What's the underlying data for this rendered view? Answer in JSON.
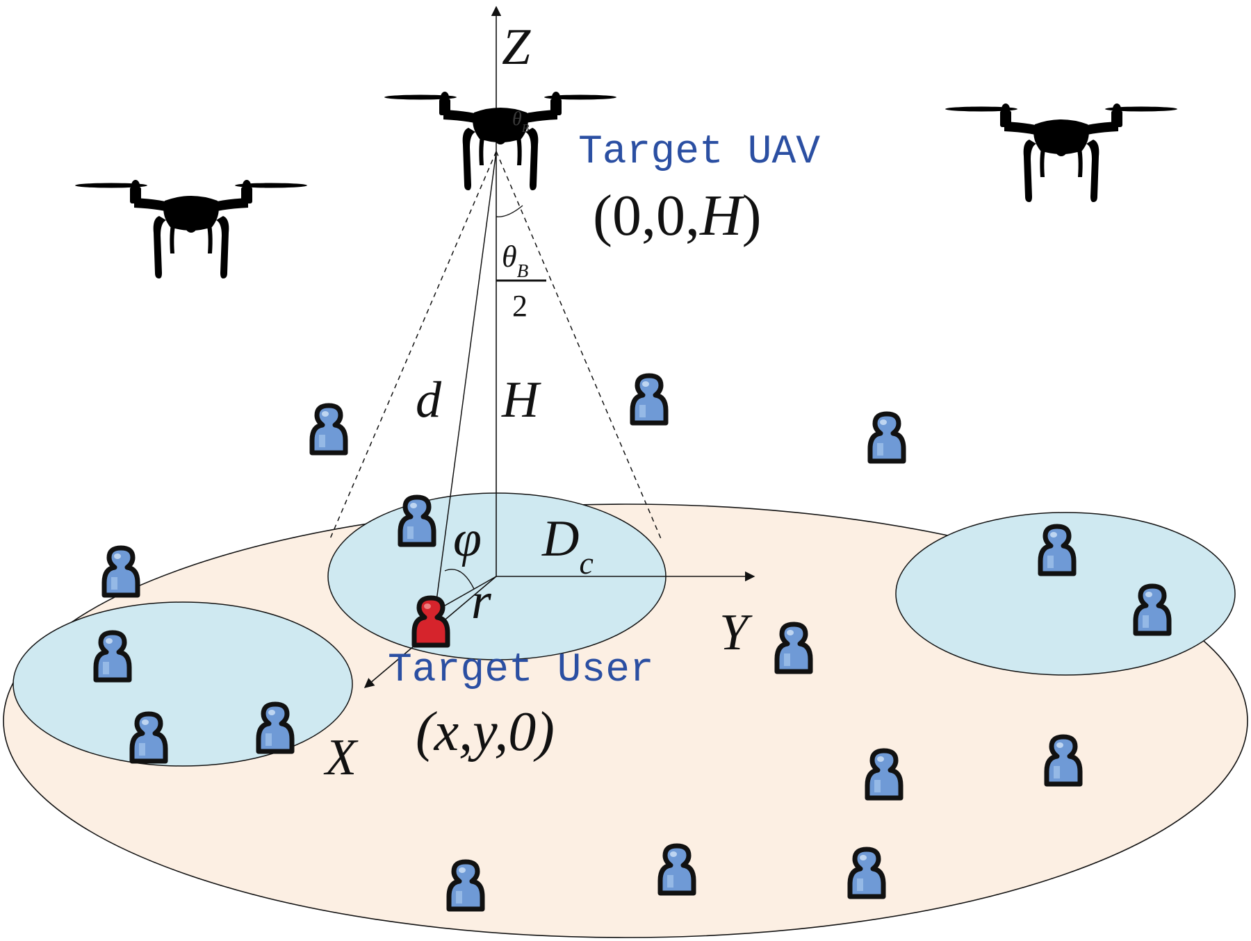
{
  "labels": {
    "z_axis": "Z",
    "y_axis": "Y",
    "x_axis": "X",
    "target_uav": "Target UAV",
    "uav_coords": "(0,0,H)",
    "theta_numerator": "θB",
    "theta_denominator": "2",
    "theta_top_faint": "θB",
    "distance_d": "d",
    "height_h": "H",
    "angle_phi": "φ",
    "radius_r": "r",
    "coverage_dc": "Dc",
    "target_user": "Target User",
    "user_coords": "(x,y,0)"
  },
  "colors": {
    "ground_fill": "#fcefe3",
    "cluster_fill": "#cfe9f1",
    "user_icon_fill": "#6f9ad6",
    "target_user_fill": "#d6242c",
    "label_blue": "#2b4fa2",
    "drone": "#000000"
  },
  "icons": {
    "drone": "quadcopter-drone-icon",
    "user": "person-user-icon"
  }
}
